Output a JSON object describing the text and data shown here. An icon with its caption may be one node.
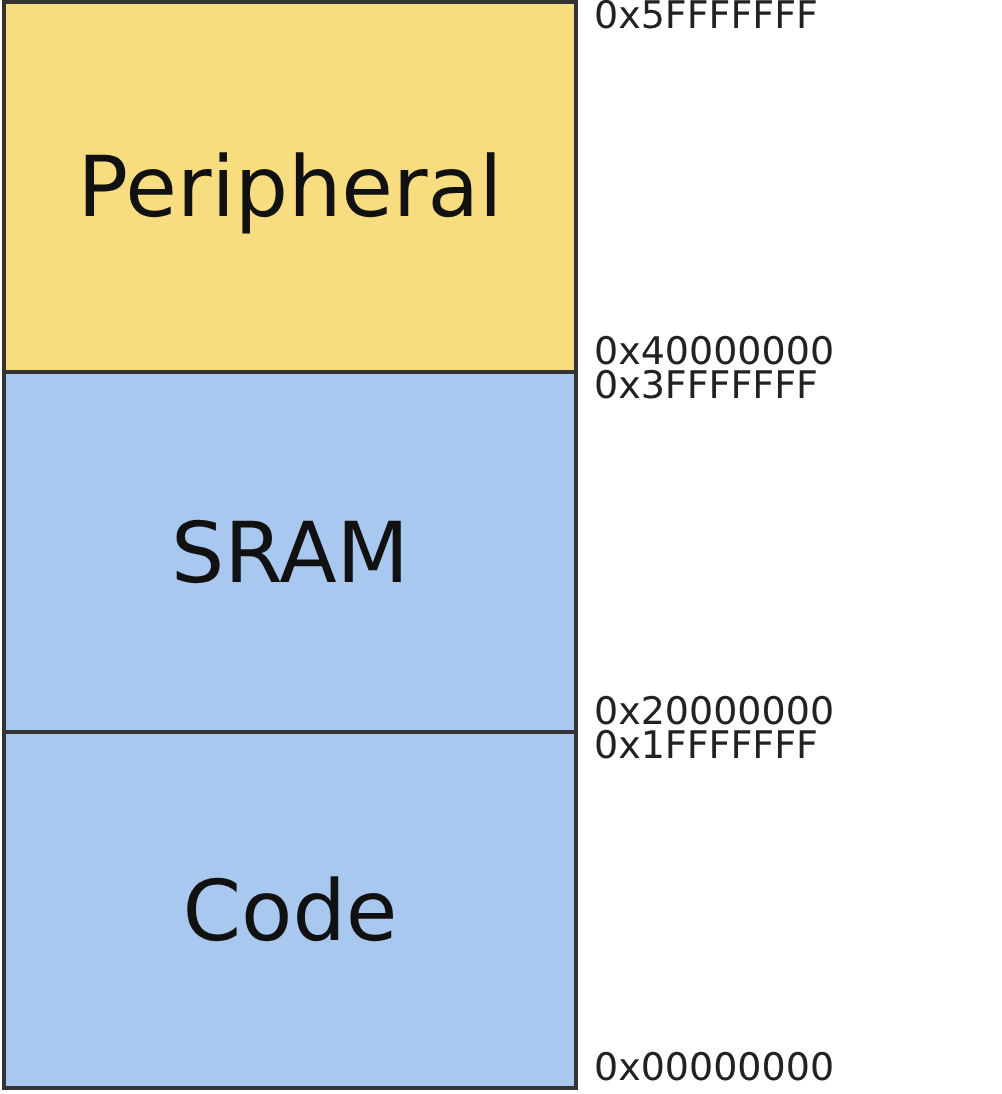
{
  "diagram": {
    "nodes": [
      {
        "text": [
          "Peripheral"
        ],
        "beside": [
          "0x5FFFFFFF",
          "0x40000000"
        ]
      },
      {
        "text": [
          "SRAM"
        ],
        "beside": [
          "0x3FFFFFFF",
          "0x20000000"
        ]
      },
      {
        "text": [
          "Code"
        ],
        "beside": [
          "0x1FFFFFFF",
          "0x00000000"
        ]
      }
    ]
  }
}
